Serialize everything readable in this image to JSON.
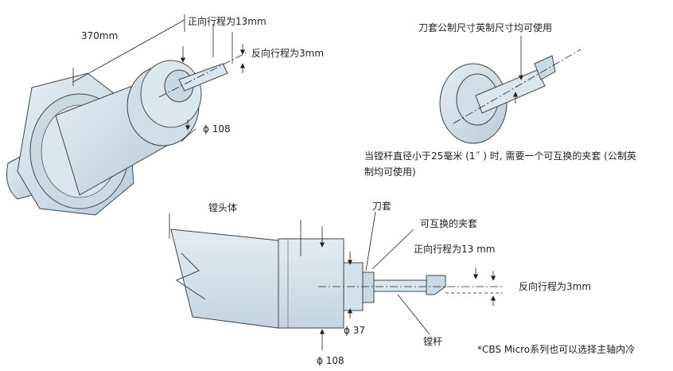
{
  "top_left": {
    "dim_length": "370mm",
    "forward_travel": "正向行程为13mm",
    "reverse_travel": "反向行程为3mm",
    "dia": "ϕ 108"
  },
  "top_right": {
    "note_metric_imperial": "刀套公制尺寸英制尺寸均可使用",
    "caption_line1": "当镗杆直径小于25毫米 (1˝ ) 时, 需要一个可互换的夹套 (公制英",
    "caption_line2": "制均可使用)"
  },
  "bottom": {
    "boring_head_body": "镗头体",
    "tool_sleeve": "刀套",
    "interchangeable_collet": "可互换的夹套",
    "forward_travel": "正向行程为13 mm",
    "reverse_travel": "反向行程为3mm",
    "dia_37": "ϕ 37",
    "boring_bar": "镗杆",
    "dia_108": "ϕ 108",
    "footnote": "*CBS Micro系列也可以选择主轴内冷"
  },
  "colors": {
    "body_fill": "#d6e4ec",
    "body_fill_dark": "#b8ccd8",
    "line": "#222222"
  }
}
